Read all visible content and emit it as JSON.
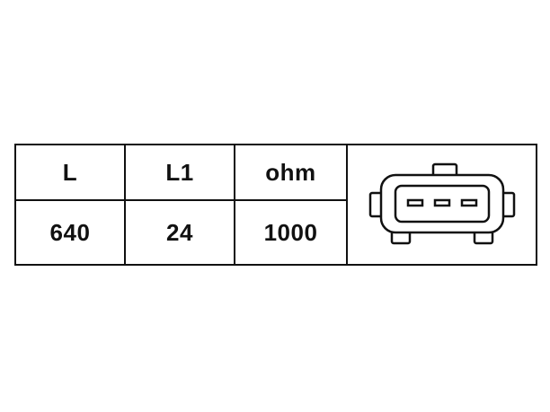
{
  "spec_table": {
    "headers": [
      "L",
      "L1",
      "ohm"
    ],
    "values": [
      "640",
      "24",
      "1000"
    ]
  },
  "connector": {
    "icon": "three-pin-connector-icon",
    "pin_count": 3
  }
}
